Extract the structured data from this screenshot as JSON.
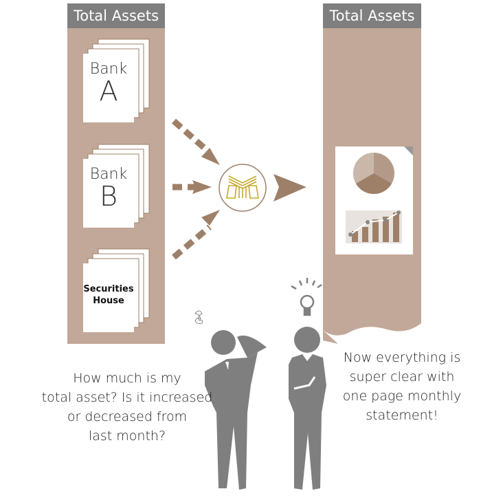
{
  "left_panel": {
    "title": "Total Assets",
    "documents": [
      {
        "line1": "Bank",
        "line2": "A"
      },
      {
        "line1": "Bank",
        "line2": "B"
      },
      {
        "line1": "Securities",
        "line2": "House"
      }
    ]
  },
  "right_panel": {
    "title": "Total Assets"
  },
  "captions": {
    "confused": [
      "How much is my",
      "total asset? Is it increased",
      "or decreased from",
      "last month?"
    ],
    "happy": [
      "Now everything is",
      "super clear with",
      "one page monthly",
      "statement!"
    ]
  },
  "colors": {
    "tan": "#c2a898",
    "brown": "#9e8069",
    "gray": "#7f7f7f",
    "gold": "#c8a62a"
  }
}
